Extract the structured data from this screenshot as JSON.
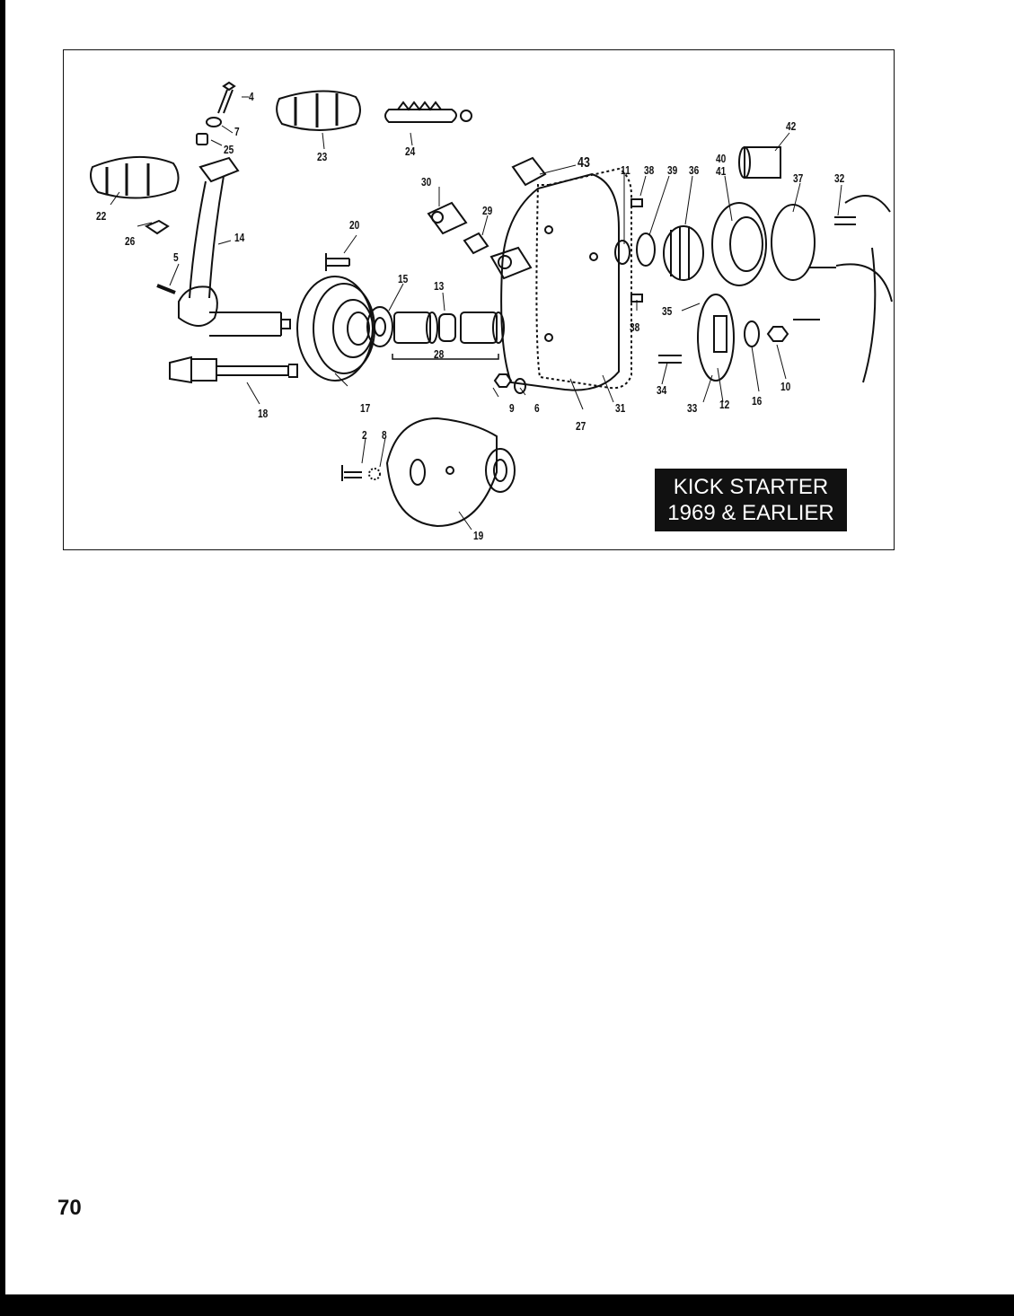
{
  "diagram": {
    "title_line1": "KICK STARTER",
    "title_line2": "1969 & EARLIER",
    "callouts": [
      "4",
      "7",
      "25",
      "23",
      "24",
      "42",
      "43",
      "11",
      "38",
      "39",
      "36",
      "40",
      "41",
      "37",
      "32",
      "22",
      "26",
      "14",
      "20",
      "30",
      "29",
      "5",
      "15",
      "13",
      "28",
      "35",
      "38",
      "17",
      "18",
      "9",
      "6",
      "27",
      "31",
      "34",
      "33",
      "12",
      "16",
      "10",
      "2",
      "8",
      "19"
    ]
  },
  "page": {
    "number": "70"
  }
}
